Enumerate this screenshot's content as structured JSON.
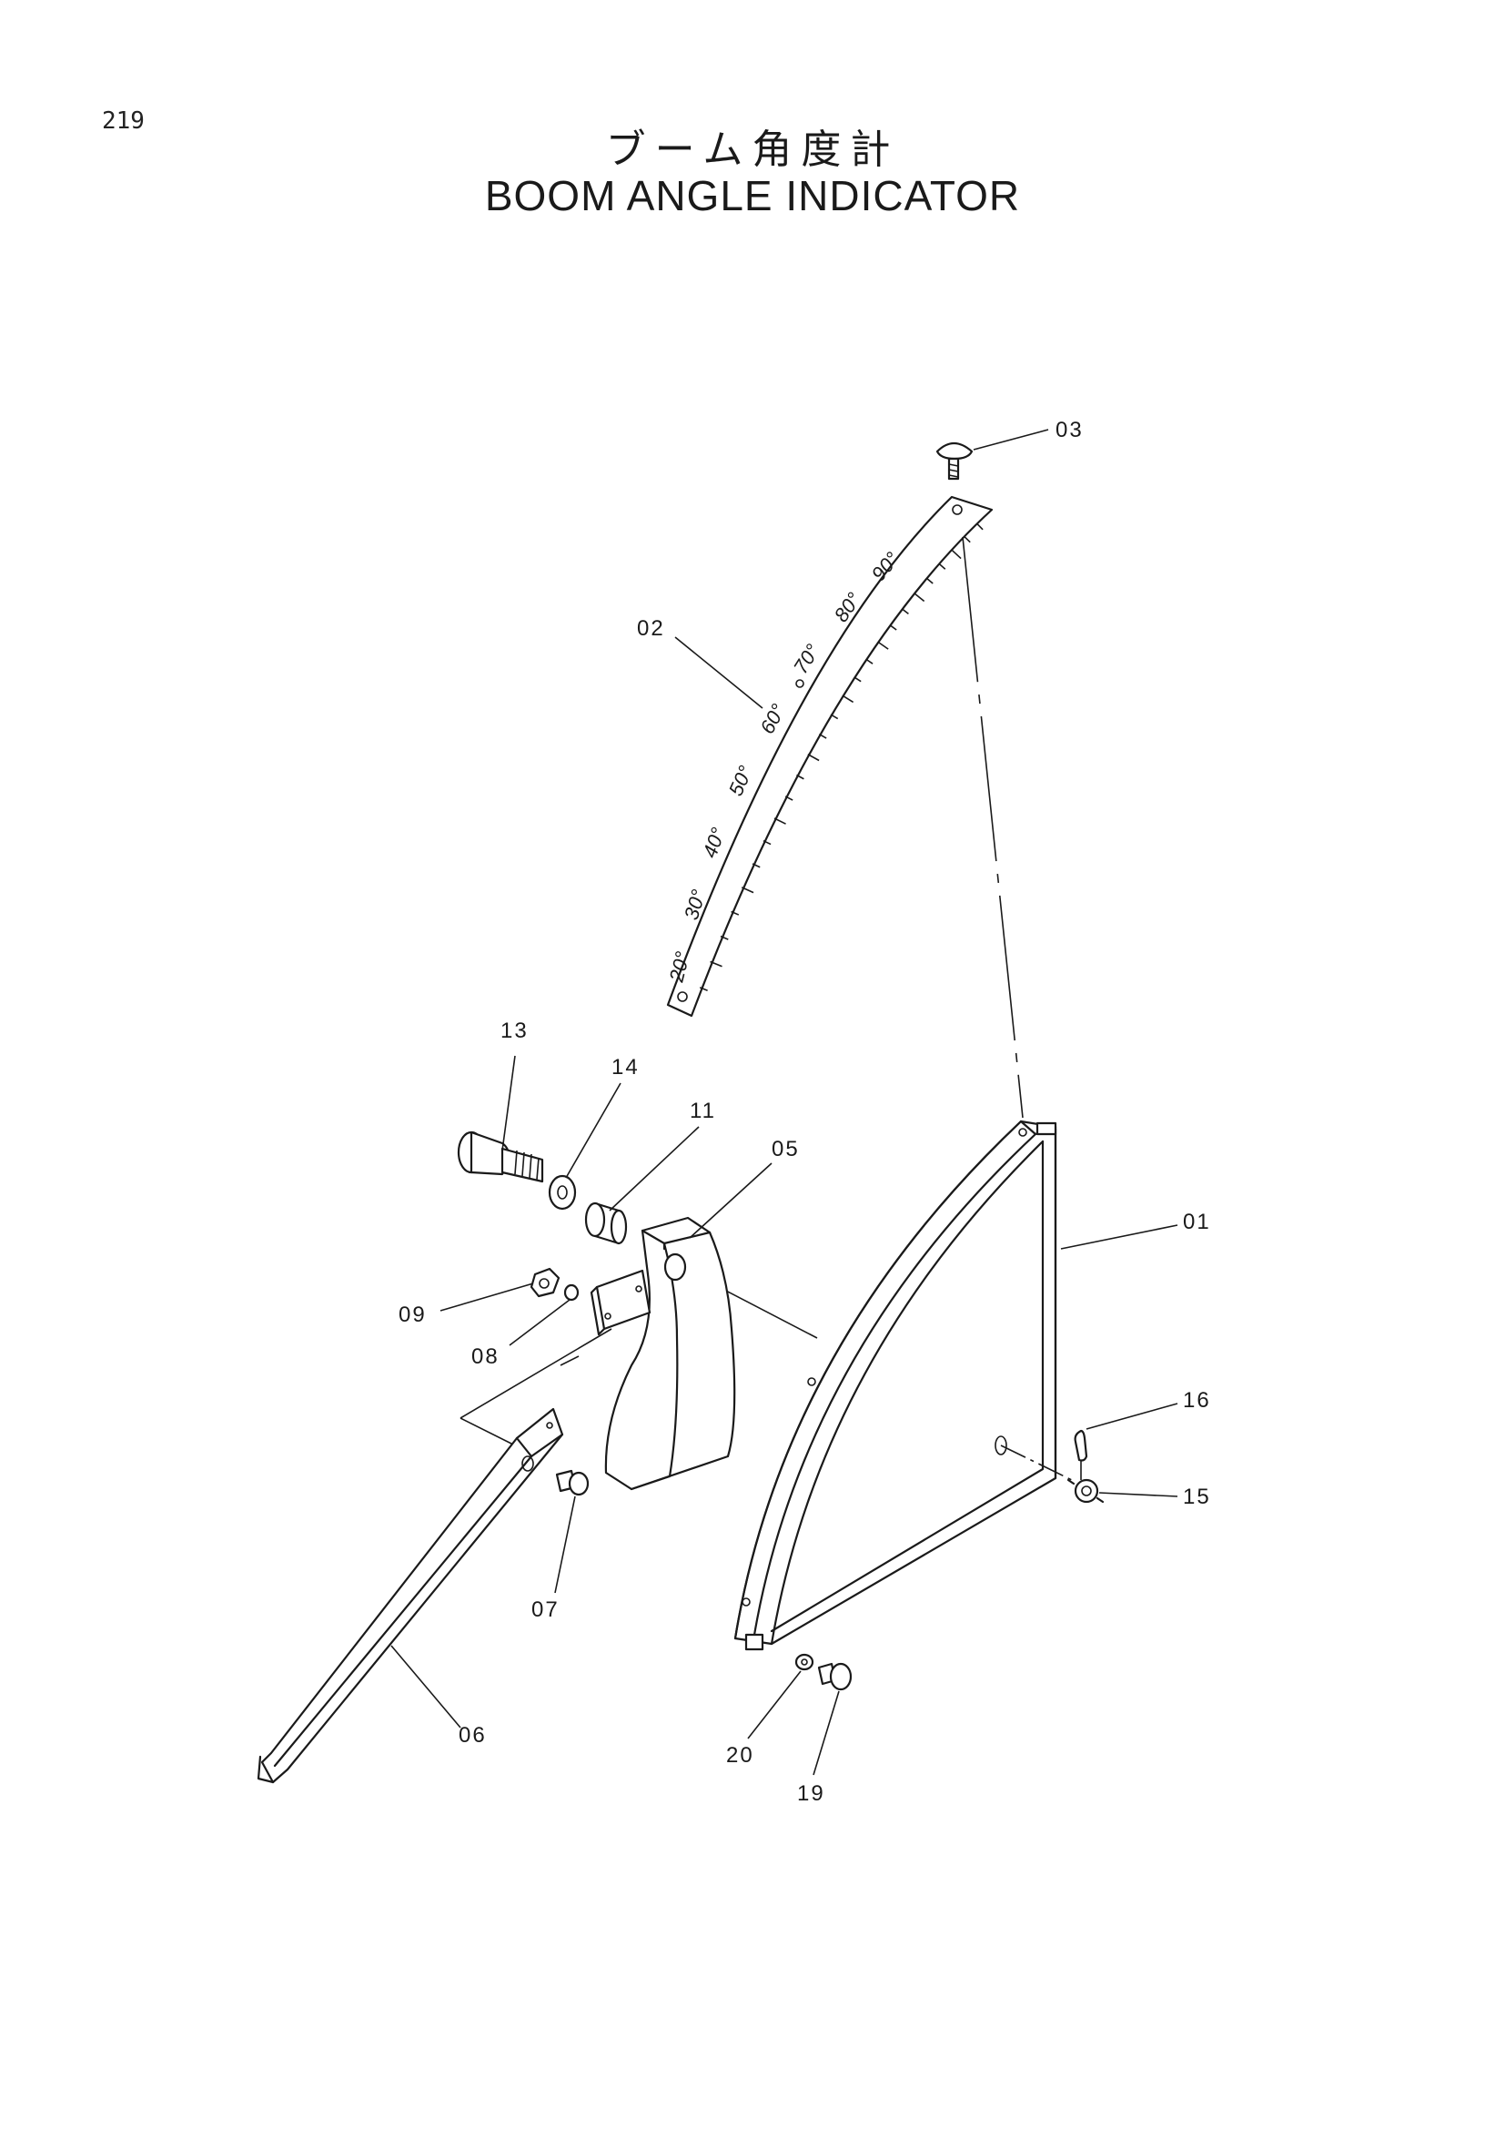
{
  "page": {
    "number": "219"
  },
  "title": {
    "japanese": "ブーム角度計",
    "english": "BOOM ANGLE INDICATOR"
  },
  "scale": {
    "labels": [
      "90°",
      "80°",
      "70°",
      "60°",
      "50°",
      "40°",
      "30°",
      "20°"
    ]
  },
  "callouts": {
    "c01": "01",
    "c02": "02",
    "c03": "03",
    "c05": "05",
    "c06": "06",
    "c07": "07",
    "c08": "08",
    "c09": "09",
    "c11": "11",
    "c13": "13",
    "c14": "14",
    "c15": "15",
    "c16": "16",
    "c19": "19",
    "c20": "20"
  }
}
